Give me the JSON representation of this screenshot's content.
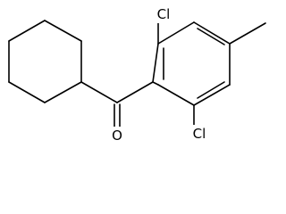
{
  "molecule": {
    "atoms": {
      "cl_top": "Cl",
      "cl_bottom": "Cl",
      "carbonyl_oxygen": "O"
    }
  },
  "colors": {
    "bond": "#000000",
    "label": "#000000",
    "background": "#ffffff"
  }
}
